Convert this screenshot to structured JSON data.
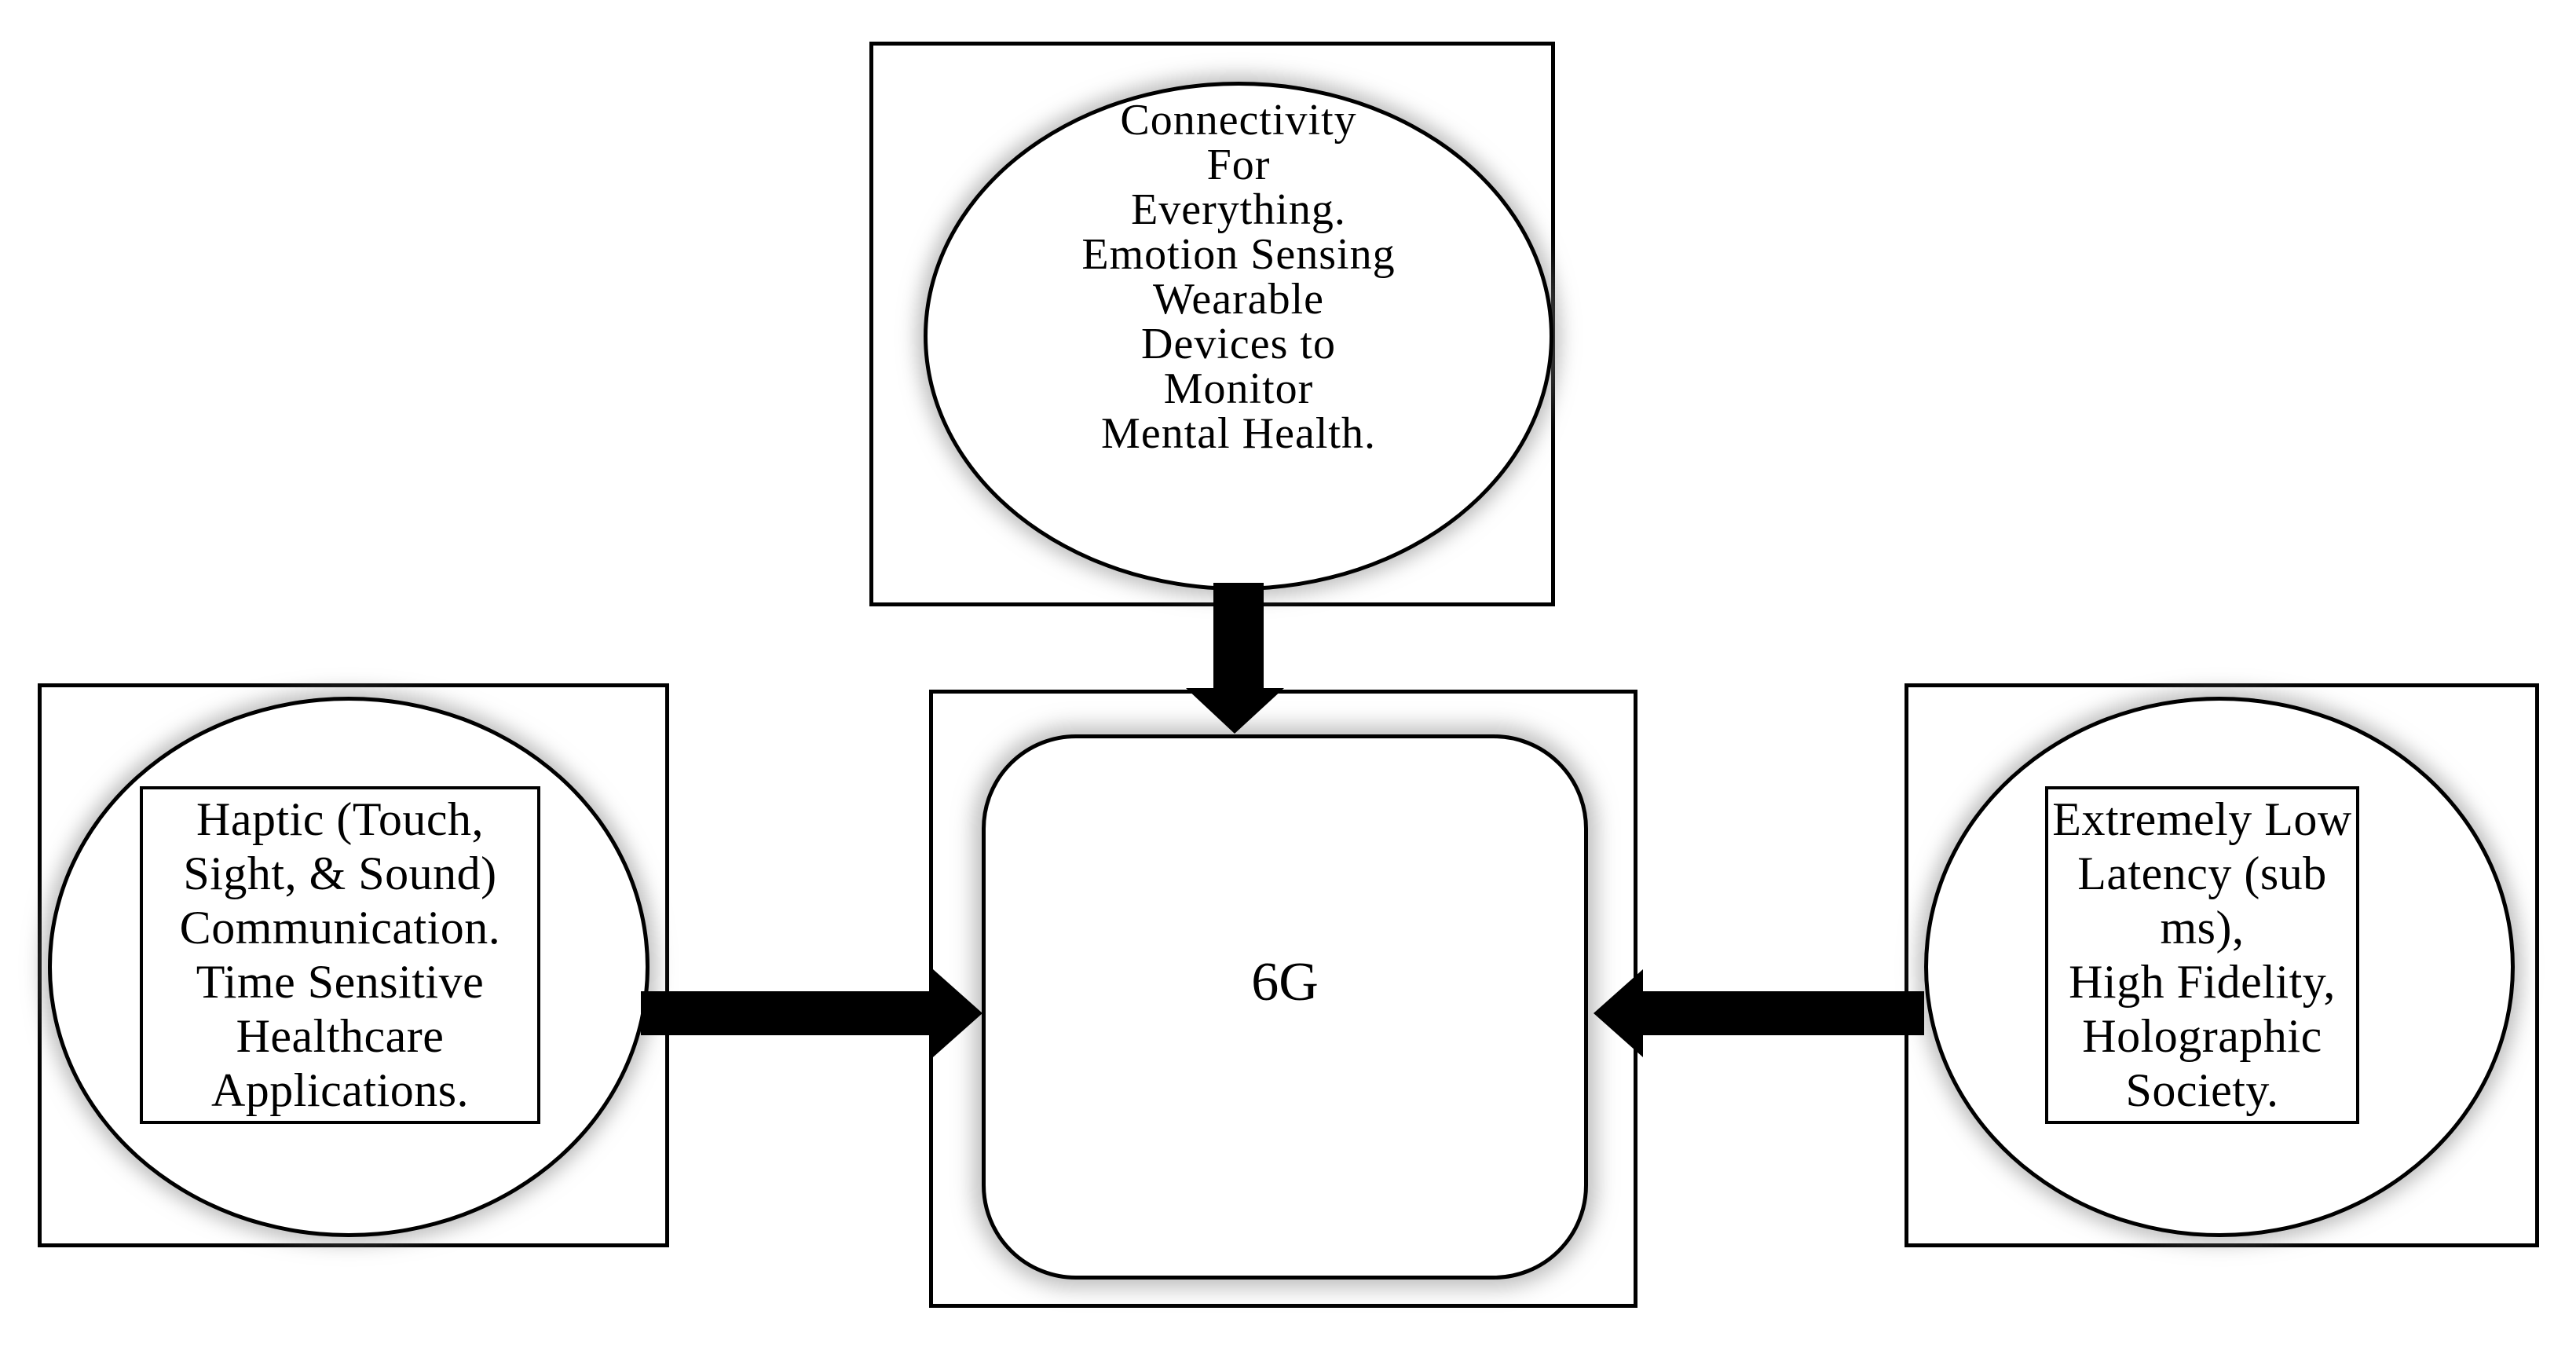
{
  "figure": {
    "description": "6G requirements diagram",
    "colors": {
      "background": "#ffffff",
      "stroke": "#000000",
      "glow": "#808080"
    },
    "boxes": {
      "top": {
        "lines": [
          "Connectivity",
          "For",
          "Everything.",
          "Emotion Sensing",
          "Wearable",
          "Devices to",
          "Monitor",
          "Mental Health."
        ]
      },
      "left": {
        "lines": [
          "Haptic (Touch,",
          "Sight, & Sound)",
          "Communication.",
          "Time Sensitive",
          "Healthcare",
          "Applications."
        ]
      },
      "right": {
        "lines": [
          "Extremely Low",
          "Latency (sub",
          "ms),",
          "High Fidelity,",
          "Holographic",
          "Society."
        ]
      },
      "center": {
        "label": "6G"
      }
    }
  }
}
